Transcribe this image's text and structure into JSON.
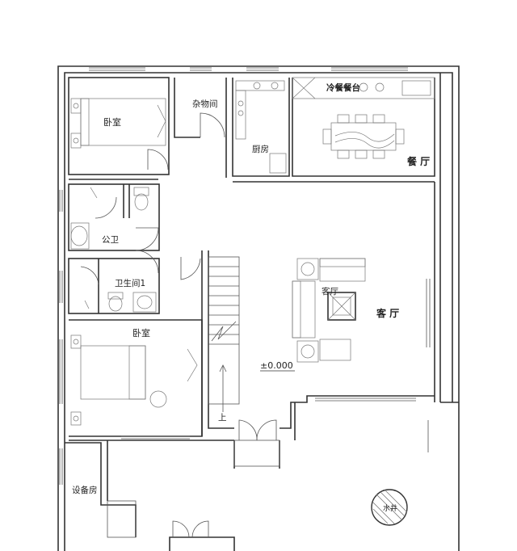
{
  "rooms": {
    "bedroom_top": "卧室",
    "storage": "杂物间",
    "kitchen": "厨房",
    "cold_meal_counter": "冷餐餐台",
    "dining": "餐 厅",
    "public_bathroom": "公卫",
    "bathroom_1": "卫生间1",
    "living_small": "客厅",
    "living": "客 厅",
    "bedroom_bottom": "卧室",
    "equipment_room": "设备房",
    "well": "水井"
  },
  "annotations": {
    "elevation": "±0.000",
    "stair_up": "上"
  }
}
